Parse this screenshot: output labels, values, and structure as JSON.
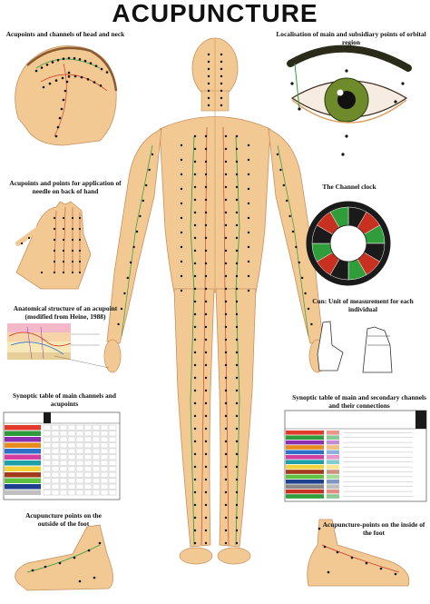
{
  "title": "ACUPUNCTURE",
  "captions": {
    "head_neck": "Acupoints and channels of head and neck",
    "orbital": "Localisation of main and subsidiary points of orbital region",
    "back_hand": "Acupoints and points for application of needle on back of hand",
    "channel_clock": "The Channel clock",
    "anatomical_line1": "Anatomical structure of an acupoint",
    "anatomical_line2": "(modified from Heine, 1988)",
    "cun": "Cun: Unit of measurement for each individual",
    "synoptic_main": "Synoptic table of main channels and acupoints",
    "synoptic_secondary": "Synoptic table of main and secondary channels and their connections",
    "outside_foot": "Acupuncture points on the outside of the foot",
    "inside_foot": "Acupuncture-points on the inside of the foot"
  },
  "colors": {
    "skin": "#f2c993",
    "skin_dark": "#d9a46b",
    "channel_green": "#2e9d3a",
    "channel_red": "#c8301f",
    "point": "#111111",
    "iris": "#6f8a2a"
  },
  "table_rows_main": [
    "#e23b2c",
    "#2d9b3c",
    "#8a2fb0",
    "#e88b1d",
    "#2f6fc9",
    "#d33fa0",
    "#1fa0a8",
    "#f2d13a",
    "#a33b1a",
    "#5fbf3f",
    "#1f3f8f",
    "#c0c0c0"
  ],
  "table_rows_secondary": [
    "#e23b2c",
    "#2d9b3c",
    "#8a2fb0",
    "#e88b1d",
    "#2f6fc9",
    "#d33fa0",
    "#1fa0a8",
    "#f2d13a",
    "#a33b1a",
    "#5fbf3f",
    "#1f3f8f",
    "#888888",
    "#c8301f",
    "#2e9d3a"
  ],
  "clock_segments": [
    "#1a1a1a",
    "#c8301f",
    "#2e9d3a",
    "#1a1a1a",
    "#c8301f",
    "#2e9d3a",
    "#1a1a1a",
    "#c8301f",
    "#2e9d3a",
    "#1a1a1a",
    "#c8301f",
    "#2e9d3a"
  ]
}
